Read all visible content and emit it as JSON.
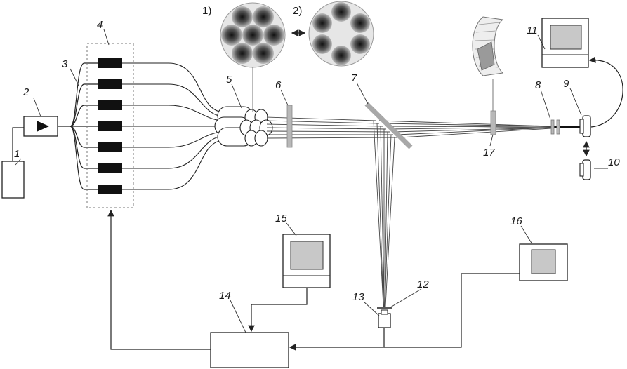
{
  "labels": {
    "l1": "1",
    "l2": "2",
    "l3": "3",
    "l4": "4",
    "l5": "5",
    "l6": "6",
    "l7": "7",
    "l8": "8",
    "l9": "9",
    "l10": "10",
    "l11": "11",
    "l12": "12",
    "l13": "13",
    "l14": "14",
    "l15": "15",
    "l16": "16",
    "l17": "17"
  },
  "configs": {
    "c1": "1)",
    "c2": "2)"
  },
  "colors": {
    "line": "#2a2a2a",
    "element": "#b8b8b8",
    "screen": "#c8c8c8",
    "channel": "#111111"
  }
}
